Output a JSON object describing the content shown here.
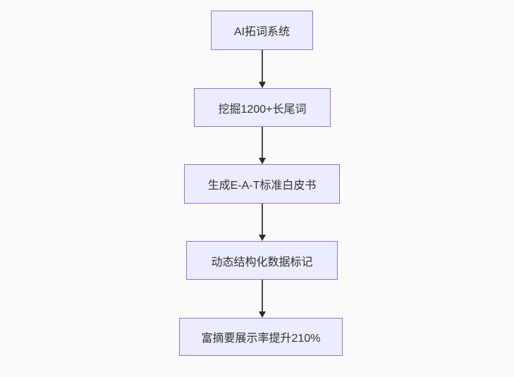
{
  "diagram": {
    "type": "flowchart",
    "direction": "top-down",
    "nodes": [
      {
        "id": "A",
        "label": "AI拓词系统"
      },
      {
        "id": "B",
        "label": "挖掘1200+长尾词"
      },
      {
        "id": "C",
        "label": "生成E-A-T标准白皮书"
      },
      {
        "id": "D",
        "label": "动态结构化数据标记"
      },
      {
        "id": "E",
        "label": "富摘要展示率提升210%"
      }
    ],
    "edges": [
      {
        "from": "A",
        "to": "B"
      },
      {
        "from": "B",
        "to": "C"
      },
      {
        "from": "C",
        "to": "D"
      },
      {
        "from": "D",
        "to": "E"
      }
    ],
    "colors": {
      "background": "#fafafa",
      "node_fill": "#ececff",
      "node_border": "#9370db",
      "node_text": "#333333",
      "edge_line": "#4a4a4a",
      "edge_arrowhead": "#2b2b2b"
    }
  }
}
